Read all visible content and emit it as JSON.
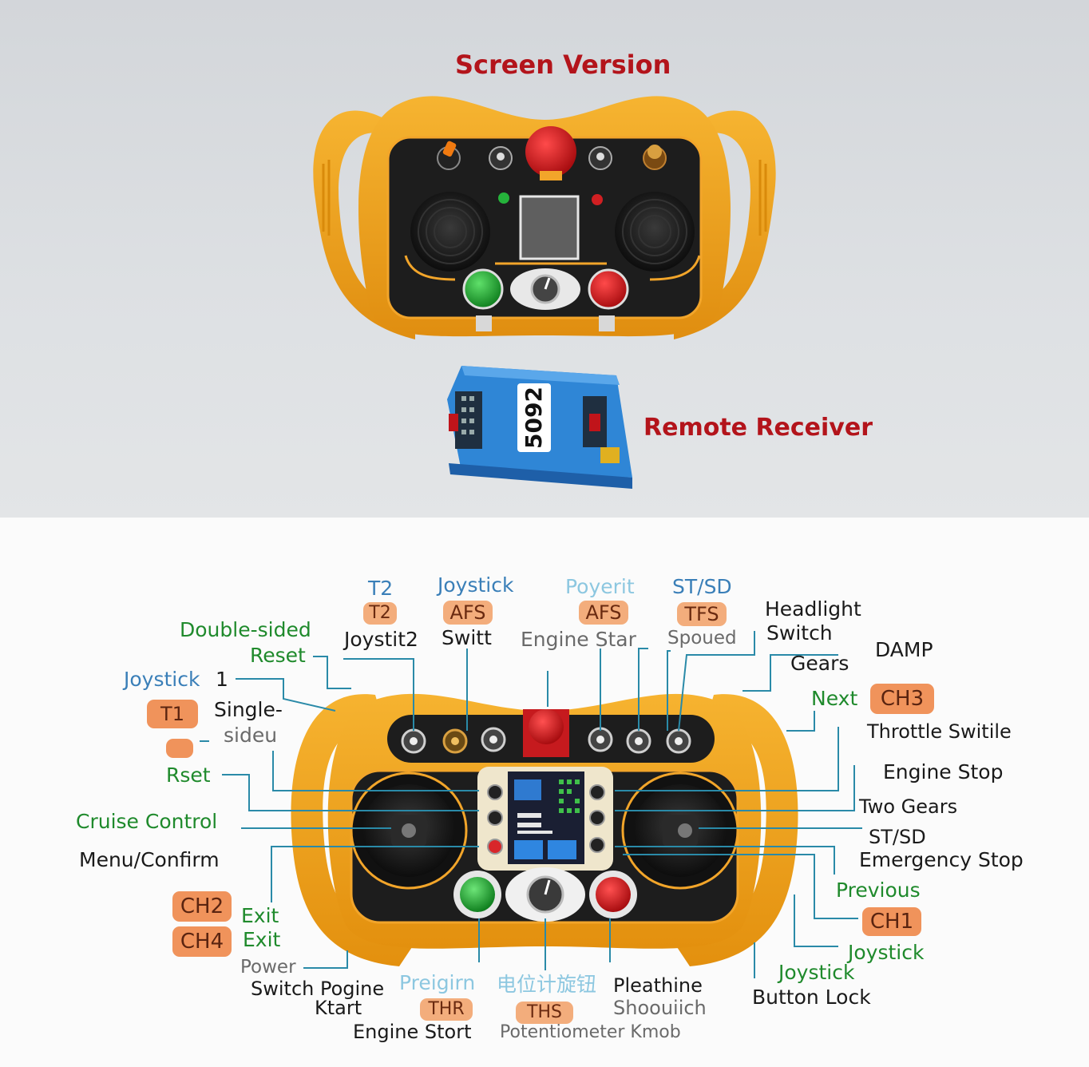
{
  "top": {
    "screen_version": "Screen Version",
    "remote_receiver": "Remote Receiver",
    "receiver_code": "5092"
  },
  "callouts": {
    "t2_top": "T2",
    "t2_badge": "T2",
    "joystick2": "Joystit2",
    "joystick_top": "Joystick",
    "afs_badge1": "AFS",
    "switch": "Switt",
    "poyerit": "Poyerit",
    "afs_badge2": "AFS",
    "engine_start_top": "Engine Star",
    "st_sd_top": "ST/SD",
    "tfs_badge": "TFS",
    "spoued": "Spoued",
    "headlight": "Headlight",
    "headlight_switch": "Switch",
    "gears": "Gears",
    "damp": "DAMP",
    "double_sided": "Double-sided",
    "reset": "Reset",
    "joystick1": "Joystick",
    "joystick1_num": "1",
    "t1_badge": "T1",
    "single": "Single-",
    "sided": "sideu",
    "rset": "Rset",
    "cruise_control": "Cruise Control",
    "menu_confirm": "Menu/Confirm",
    "ch2_badge": "CH2",
    "exit1": "Exit",
    "ch4_badge": "CH4",
    "exit2": "Exit",
    "power": "Power",
    "switch_pogine": "Switch Pogine",
    "ktart": "Ktart",
    "engine_stort": "Engine Stort",
    "preigirn": "Preigirn",
    "thr_badge": "THR",
    "chinese": "电位计旋钮",
    "ths_badge": "THS",
    "potentiometer": "Potentiometer Kmob",
    "pleathine": "Pleathine",
    "shootiich": "Shoouiich",
    "joystick_bottom": "Joystick",
    "button_lock": "Button Lock",
    "next": "Next",
    "ch3_badge": "CH3",
    "throttle_switch": "Throttle Switile",
    "engine_stop": "Engine Stop",
    "two_gears": "Two Gears",
    "st_sd_right": "ST/SD",
    "emergency_stop": "Emergency Stop",
    "previous": "Previous",
    "ch1_badge": "CH1",
    "joystick_right": "Joystick"
  },
  "colors": {
    "housing": "#f0a21a",
    "panel": "#1d1d1d",
    "title_red": "#b3141b",
    "receiver_blue": "#2f86d6",
    "badge": "#f0935b",
    "leader": "#2a8aa8",
    "green_label": "#1f8a2c",
    "blue_label": "#3a7fb8"
  },
  "icons": [
    "emergency-stop-icon",
    "joystick-icon",
    "green-start-button-icon",
    "red-stop-button-icon",
    "rotary-knob-icon",
    "toggle-switch-icon",
    "lcd-screen-icon",
    "receiver-antenna-icon"
  ]
}
